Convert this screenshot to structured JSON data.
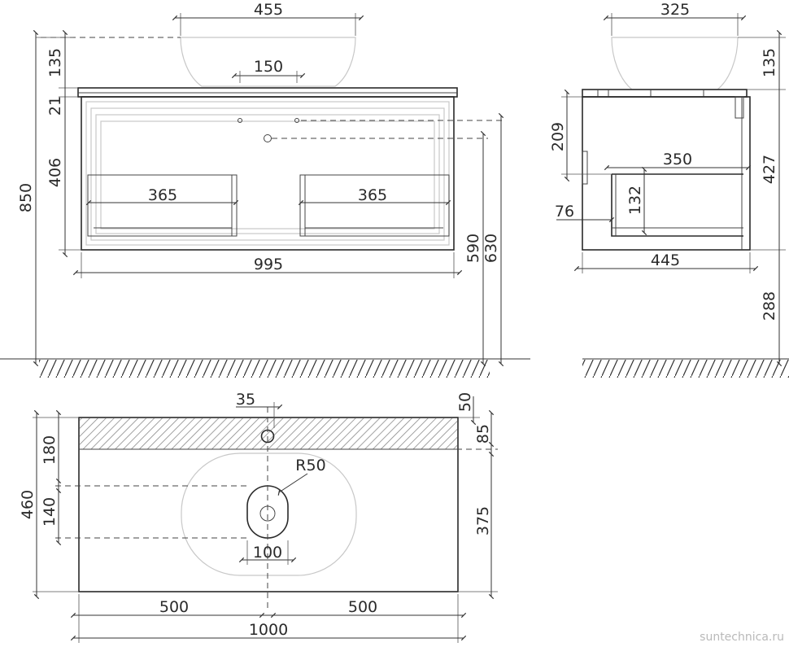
{
  "front_view": {
    "bowl_width": "455",
    "bowl_height": "135",
    "drain_spacing": "150",
    "countertop_thickness": "21",
    "drawer_zone_height": "406",
    "total_height": "850",
    "shelf_left_width": "365",
    "shelf_right_width": "365",
    "cabinet_width": "995",
    "drain_height": "590",
    "pipe_height": "630"
  },
  "side_view": {
    "bowl_width": "325",
    "bowl_height": "135",
    "back_cutout_height": "209",
    "cabinet_height": "427",
    "shelf_depth": "350",
    "shelf_height": "132",
    "front_offset": "76",
    "cabinet_depth": "445",
    "floor_clearance": "288"
  },
  "top_view": {
    "tap_offset": "35",
    "back_strip_offset": "50",
    "back_strip_depth": "85",
    "bowl_back_distance": "180",
    "radius_label": "R50",
    "top_depth": "460",
    "drain_length": "140",
    "drain_width": "100",
    "front_depth": "375",
    "half_width_left": "500",
    "half_width_right": "500",
    "total_width": "1000"
  },
  "watermark": "suntechnica.ru"
}
